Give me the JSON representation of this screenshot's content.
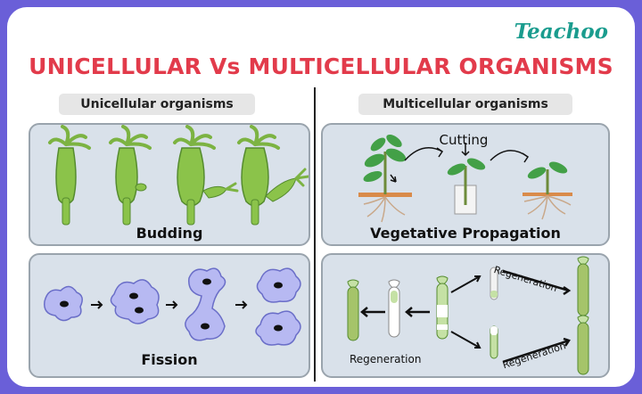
{
  "brand": "Teachoo",
  "title": "UNICELLULAR Vs MULTICELLULAR ORGANISMS",
  "left": {
    "heading": "Unicellular organisms",
    "panels": [
      {
        "label": "Budding"
      },
      {
        "label": "Fission"
      }
    ]
  },
  "right": {
    "heading": "Multicellular organisms",
    "panels": [
      {
        "label": "Vegetative Propagation",
        "annotation": "Cutting"
      },
      {
        "label": "Regeneration",
        "annotation_top": "Regeneration",
        "annotation_bottom": "Regeneration"
      }
    ]
  },
  "colors": {
    "background": "#6a5fd8",
    "title": "#e23b4b",
    "brand": "#1a9c8e",
    "panel": "#d9e1ea",
    "hydra": "#8bc34a",
    "amoeba": "#b7b9f2"
  }
}
